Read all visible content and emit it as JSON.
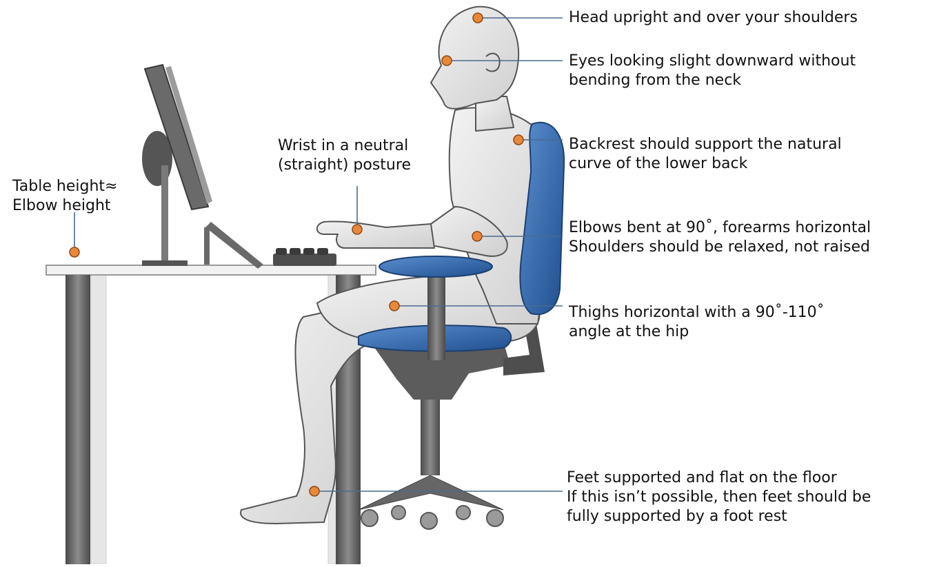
{
  "labels": {
    "head": {
      "lines": [
        "Head upright and over your shoulders"
      ]
    },
    "eyes": {
      "lines": [
        "Eyes looking slight downward without",
        "bending from the neck"
      ]
    },
    "backrest": {
      "lines": [
        "Backrest should support the natural",
        "curve of the lower back"
      ]
    },
    "wrist": {
      "lines": [
        "Wrist in a neutral",
        "(straight) posture"
      ]
    },
    "table": {
      "lines": [
        "Table height≈",
        "Elbow height"
      ]
    },
    "elbows": {
      "lines": [
        "Elbows bent at 90˚, forearms horizontal",
        "Shoulders should be relaxed, not raised"
      ]
    },
    "thighs": {
      "lines": [
        "Thighs horizontal with a 90˚-110˚",
        "angle at the hip"
      ]
    },
    "feet": {
      "lines": [
        "Feet supported and flat on the floor",
        "If this isn’t possible, then feet should be",
        "fully supported by a foot rest"
      ]
    }
  },
  "colors": {
    "marker": "#e8883a",
    "leader": "#4a6a8e",
    "chair_blue": "#2e62a6",
    "body_fill": "#e3e3e3",
    "metal": "#6b6b6b"
  },
  "icons": [
    "human-figure",
    "office-chair",
    "desk",
    "monitor",
    "keyboard"
  ]
}
